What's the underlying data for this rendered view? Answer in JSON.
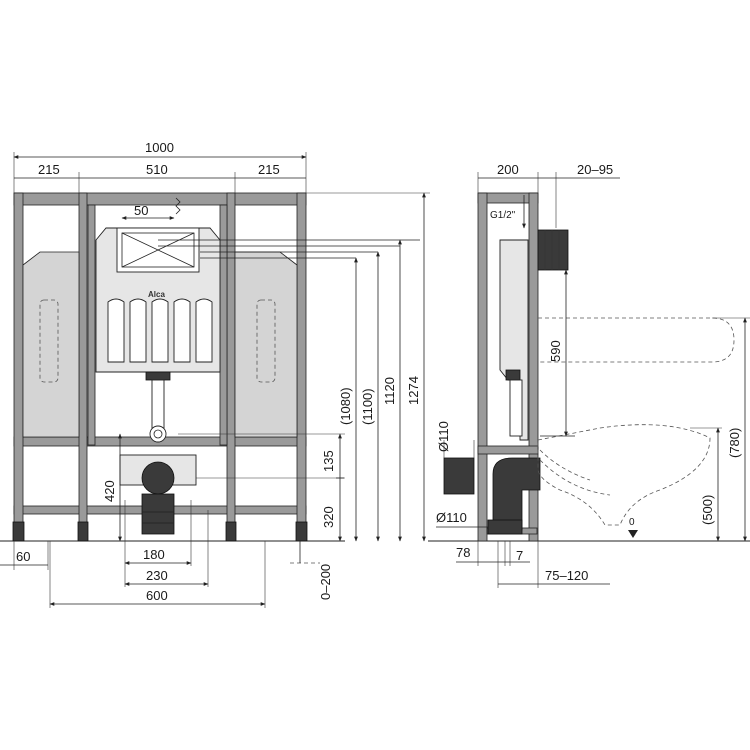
{
  "front_view": {
    "widths": {
      "overall": "1000",
      "left_side": "215",
      "center": "510",
      "right_side": "215",
      "flush_plate": "50",
      "foot_offset": "60",
      "drain_spacing": "180",
      "bolt_spacing": "230",
      "frame_base": "600"
    },
    "heights": {
      "drain_axis": "420",
      "waste_to_inlet": "135",
      "inlet_height": "320",
      "plate_1080": "(1080)",
      "plate_1100": "(1100)",
      "water_inlet": "1120",
      "overall": "1274",
      "foot_adjust": "0–200"
    },
    "brand": "Alca"
  },
  "side_view": {
    "depth": "200",
    "wall_gap": "20–95",
    "connection": "G1/2\"",
    "bolt_height": "590",
    "waste_pipe_top": "Ø110",
    "waste_pipe_bottom": "Ø110",
    "pan_height": "(780)",
    "pan_axis": "(500)",
    "floor_zero": "0",
    "pipe_offset": "78",
    "foot_depth": "7",
    "wall_depth": "75–120"
  }
}
